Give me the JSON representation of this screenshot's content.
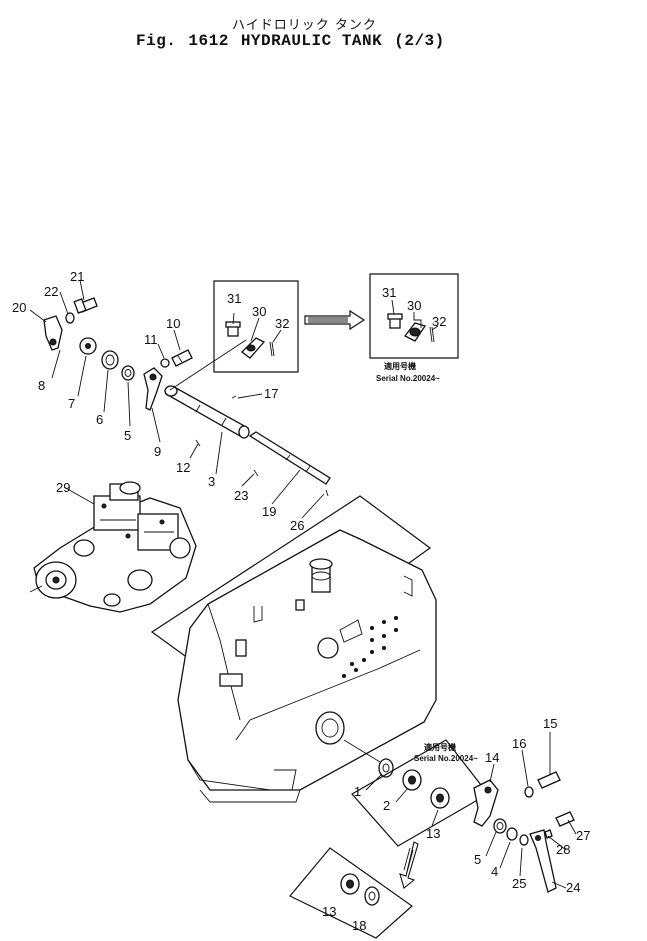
{
  "title": {
    "jp": "ハイドロリック タンク",
    "fig_label": "Fig.",
    "fig_number": "1612",
    "name": "HYDRAULIC TANK",
    "sheet": "(2/3)"
  },
  "notes": {
    "top_jp": "適用号機",
    "top_serial": "Serial No.20024~",
    "bottom_jp": "適用号機",
    "bottom_serial": "Serial No.20024~"
  },
  "callouts": {
    "c1": "1",
    "c2": "2",
    "c3": "3",
    "c4": "4",
    "c5a": "5",
    "c5b": "5",
    "c6": "6",
    "c7": "7",
    "c8": "8",
    "c9": "9",
    "c10": "10",
    "c11": "11",
    "c12": "12",
    "c13a": "13",
    "c13b": "13",
    "c14": "14",
    "c15": "15",
    "c16": "16",
    "c17": "17",
    "c18": "18",
    "c19": "19",
    "c20": "20",
    "c21": "21",
    "c22": "22",
    "c23": "23",
    "c24": "24",
    "c25": "25",
    "c26": "26",
    "c27": "27",
    "c28": "28",
    "c29": "29",
    "c30a": "30",
    "c30b": "30",
    "c31a": "31",
    "c31b": "31",
    "c32a": "32",
    "c32b": "32"
  }
}
